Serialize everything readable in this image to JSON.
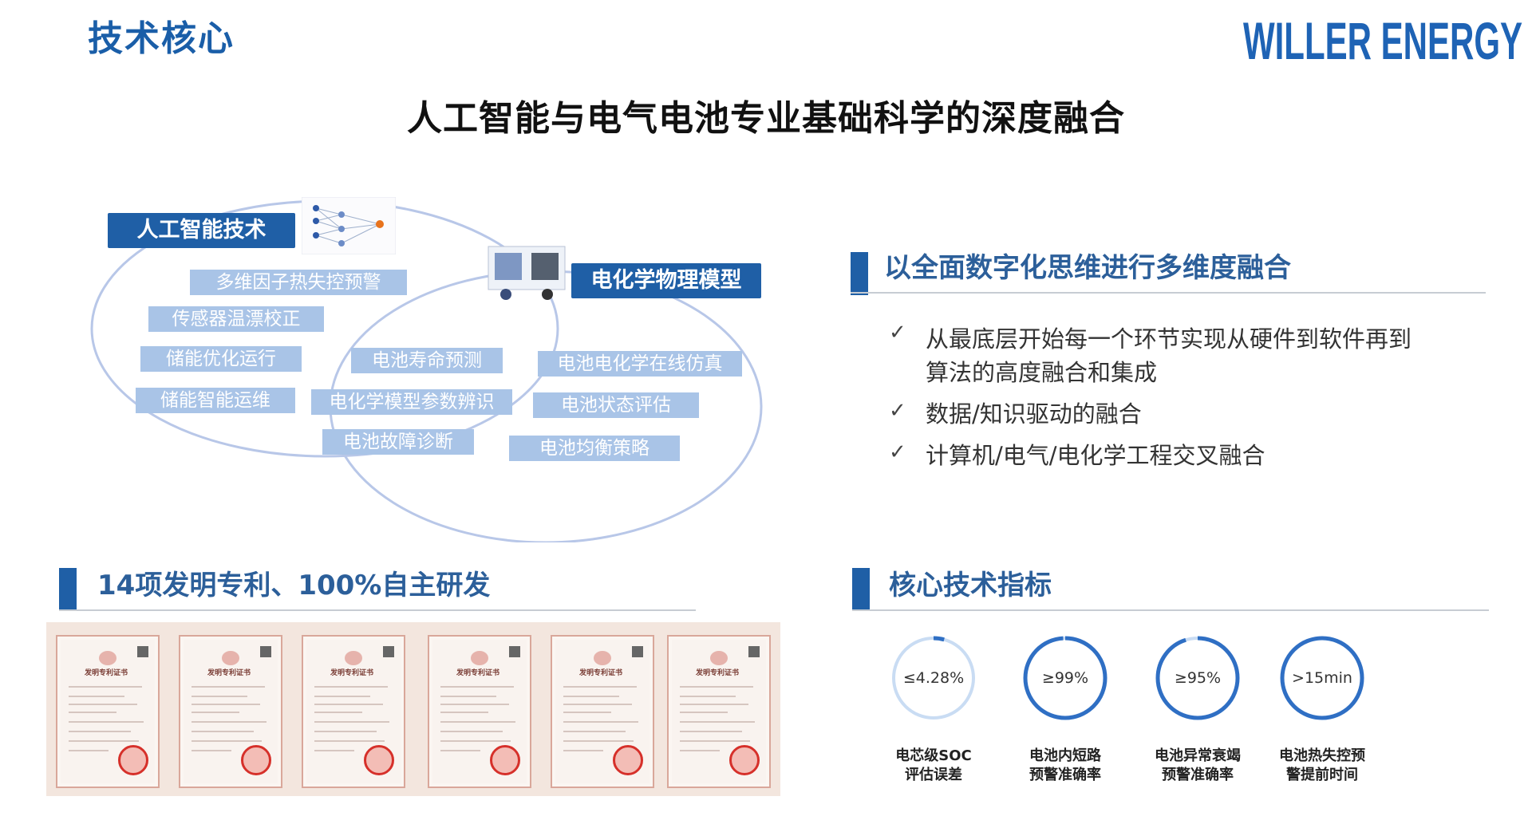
{
  "header": {
    "page_title": "技术核心",
    "logo_text": "WILLER ENERGY",
    "subtitle": "人工智能与电气电池专业基础科学的深度融合"
  },
  "venn": {
    "ai_label": "人工智能技术",
    "ec_label": "电化学物理模型",
    "ai_items": [
      "多维因子热失控预警",
      "传感器温漂校正",
      "储能优化运行",
      "储能智能运维"
    ],
    "overlap_items": [
      "电池寿命预测",
      "电化学模型参数辨识",
      "电池故障诊断"
    ],
    "ec_items": [
      "电池电化学在线仿真",
      "电池状态评估",
      "电池均衡策略"
    ]
  },
  "section_fusion": {
    "title": "以全面数字化思维进行多维度融合",
    "bullets": [
      {
        "line1": "从最底层开始每一个环节实现从硬件到软件再到",
        "line2": "算法的高度融合和集成"
      },
      {
        "line1": "数据/知识驱动的融合"
      },
      {
        "line1": "计算机/电气/电化学工程交叉融合"
      }
    ],
    "check_glyph": "✓"
  },
  "section_patents": {
    "title": "14项发明专利、100%自主研发",
    "cert_heading": "发明专利证书"
  },
  "section_metrics": {
    "title": "核心技术指标",
    "metrics": [
      {
        "value": "≤4.28%",
        "label1": "电芯级SOC",
        "label2": "评估误差",
        "fill": 0.0428
      },
      {
        "value": "≥99%",
        "label1": "电池内短路",
        "label2": "预警准确率",
        "fill": 0.99
      },
      {
        "value": "≥95%",
        "label1": "电池异常衰竭",
        "label2": "预警准确率",
        "fill": 0.95
      },
      {
        "value": ">15min",
        "label1": "电池热失控预",
        "label2": "警提前时间",
        "fill": 1.0
      }
    ]
  },
  "colors": {
    "brand_blue": "#1f5fa6",
    "chip_blue": "#a9c4e7",
    "ring_light": "#c9dcf3",
    "ring_dark": "#2f6fc4"
  }
}
